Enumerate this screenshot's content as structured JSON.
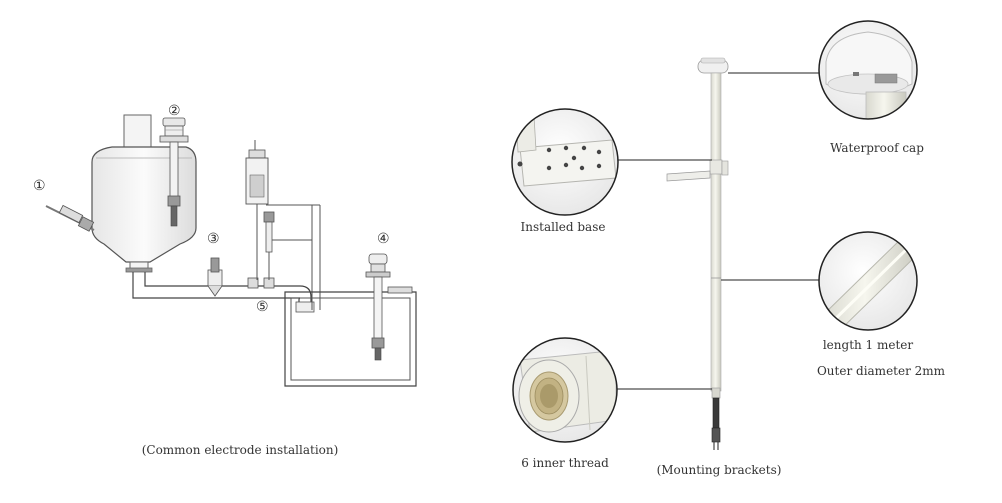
{
  "left_panel": {
    "markers": [
      "①",
      "②",
      "③",
      "④",
      "⑤"
    ],
    "caption": "(Common electrode installation)"
  },
  "right_panel": {
    "callouts": {
      "waterproof_cap": "Waterproof cap",
      "installed_base": "Installed base",
      "length": "length 1 meter",
      "outer_diameter": "Outer diameter 2mm",
      "inner_thread": "6 inner thread"
    },
    "caption": "(Mounting brackets)"
  }
}
